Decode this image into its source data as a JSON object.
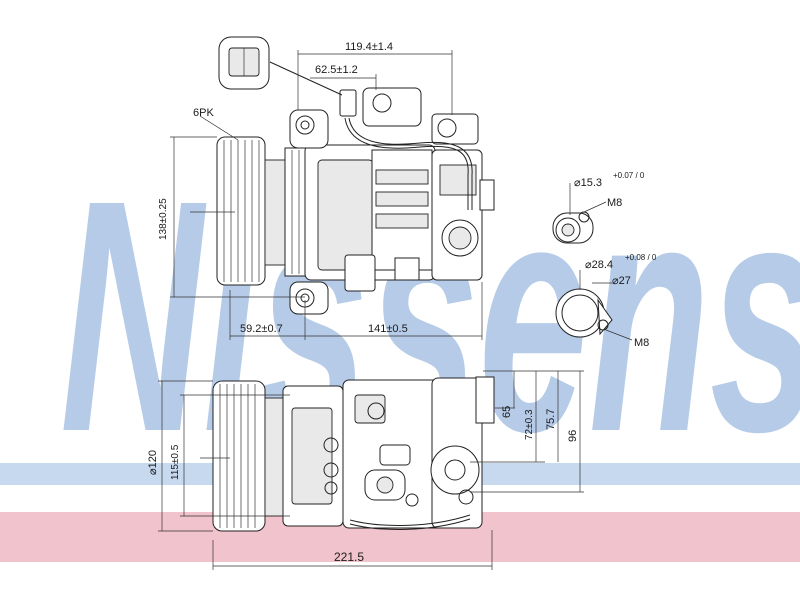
{
  "watermark": {
    "text": "Nissens",
    "color": "#a9c3e3",
    "band_blue": "#c6d9ef",
    "band_red": "#f1c3cc"
  },
  "dimensions": {
    "top_width": "119.4±1.4",
    "connector_offset": "62.5±1.2",
    "belt": "6PK",
    "height": "138±0.25",
    "pulley_offset": "59.2±0.7",
    "body_length": "141±0.5",
    "small_port_dia": "⌀15.3",
    "small_port_tol": "+0.07 / 0",
    "small_port_thread": "M8",
    "large_port_dia": "⌀28.4",
    "large_port_tol": "+0.08 / 0",
    "large_port_inner": "⌀27",
    "large_port_thread": "M8",
    "pulley_dia": "⌀120",
    "mount_height": "115±0.5",
    "dim_65": "65",
    "dim_72": "72±0.3",
    "dim_75_7": "75.7",
    "dim_96": "96",
    "overall_length": "221.5"
  }
}
